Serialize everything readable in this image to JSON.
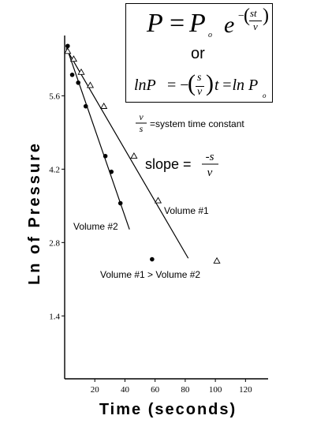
{
  "chart_data": {
    "type": "scatter",
    "xlabel": "Time (seconds)",
    "ylabel": "Ln of Pressure",
    "xlim": [
      0,
      135
    ],
    "ylim": [
      0.2,
      6.75
    ],
    "x_ticks": [
      20,
      40,
      60,
      80,
      100,
      120
    ],
    "y_ticks": [
      1.4,
      2.8,
      4.2,
      5.6
    ],
    "y_tick_labels": [
      "1.4",
      "2.8",
      "4.2",
      "5.6"
    ],
    "x_tick_labels": [
      "20",
      "40",
      "60",
      "80",
      "100",
      "120"
    ],
    "grid": false,
    "series": [
      {
        "name": "Volume #2",
        "marker": "filled-circle",
        "x": [
          2,
          5,
          9,
          14,
          27,
          31,
          37,
          58
        ],
        "y": [
          6.55,
          6.0,
          5.85,
          5.4,
          4.45,
          4.15,
          3.55,
          2.48
        ],
        "fit_line": {
          "x": [
            1,
            43
          ],
          "y": [
            6.55,
            3.05
          ]
        }
      },
      {
        "name": "Volume #1",
        "marker": "open-triangle",
        "x": [
          2,
          6,
          11,
          17,
          26,
          46,
          62,
          101
        ],
        "y": [
          6.45,
          6.3,
          6.05,
          5.8,
          5.4,
          4.45,
          3.6,
          2.45
        ],
        "fit_line": {
          "x": [
            1,
            82
          ],
          "y": [
            6.5,
            2.5
          ]
        }
      }
    ],
    "annotations": {
      "volume2_label": "Volume #2",
      "volume1_label": "Volume #1",
      "comparison": "Volume #1 > Volume #2",
      "time_constant_text": "=system time constant",
      "slope_label": "slope ="
    }
  },
  "formula": {
    "p": "P",
    "eq": "=",
    "p0": "P",
    "p0_sub": "o",
    "e": "e",
    "exp_minus": "−",
    "exp_num": "st",
    "exp_den": "v",
    "or_text": "or",
    "ln_lhs": "lnP",
    "ln_eq": "= −",
    "ln_num": "s",
    "ln_den": "v",
    "ln_t": "t",
    "ln_rhs": "=ln P",
    "ln_rhs_sub": "o"
  },
  "time_constant": {
    "num": "v",
    "den": "s"
  },
  "slope": {
    "num": "-s",
    "den": "v"
  },
  "colors": {
    "ink": "#000000",
    "background": "#ffffff"
  }
}
